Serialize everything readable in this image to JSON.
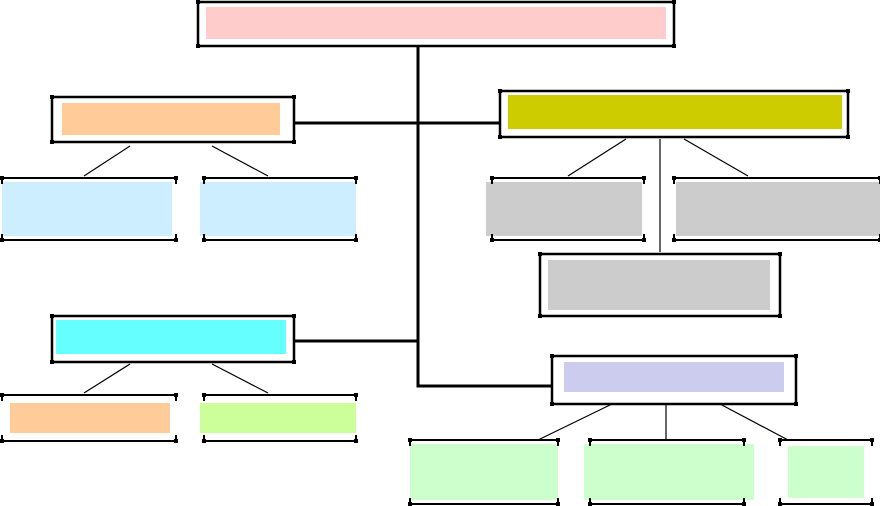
{
  "diagram": {
    "nodes": [
      {
        "id": "root",
        "label": "",
        "fill": "#ffcccc"
      },
      {
        "id": "left-top",
        "label": "",
        "fill": "#ffcc99"
      },
      {
        "id": "left-top-a",
        "label": "",
        "fill": "#cceeff"
      },
      {
        "id": "left-top-b",
        "label": "",
        "fill": "#cceeff"
      },
      {
        "id": "left-bottom",
        "label": "",
        "fill": "#66ffff"
      },
      {
        "id": "left-bottom-a",
        "label": "",
        "fill": "#ffcc99"
      },
      {
        "id": "left-bottom-b",
        "label": "",
        "fill": "#ccff99"
      },
      {
        "id": "right-top",
        "label": "",
        "fill": "#cccc00"
      },
      {
        "id": "right-top-a",
        "label": "",
        "fill": "#cccccc"
      },
      {
        "id": "right-top-b",
        "label": "",
        "fill": "#cccccc"
      },
      {
        "id": "right-top-c",
        "label": "",
        "fill": "#cccccc"
      },
      {
        "id": "right-bottom",
        "label": "",
        "fill": "#ccccee"
      },
      {
        "id": "right-bottom-a",
        "label": "",
        "fill": "#ccffcc"
      },
      {
        "id": "right-bottom-b",
        "label": "",
        "fill": "#ccffcc"
      },
      {
        "id": "right-bottom-c",
        "label": "",
        "fill": "#ccffcc"
      }
    ],
    "edges": [
      [
        "root",
        "left-top"
      ],
      [
        "root",
        "left-bottom"
      ],
      [
        "root",
        "right-top"
      ],
      [
        "root",
        "right-bottom"
      ],
      [
        "left-top",
        "left-top-a"
      ],
      [
        "left-top",
        "left-top-b"
      ],
      [
        "left-bottom",
        "left-bottom-a"
      ],
      [
        "left-bottom",
        "left-bottom-b"
      ],
      [
        "right-top",
        "right-top-a"
      ],
      [
        "right-top",
        "right-top-b"
      ],
      [
        "right-top",
        "right-top-c"
      ],
      [
        "right-bottom",
        "right-bottom-a"
      ],
      [
        "right-bottom",
        "right-bottom-b"
      ],
      [
        "right-bottom",
        "right-bottom-c"
      ]
    ]
  }
}
